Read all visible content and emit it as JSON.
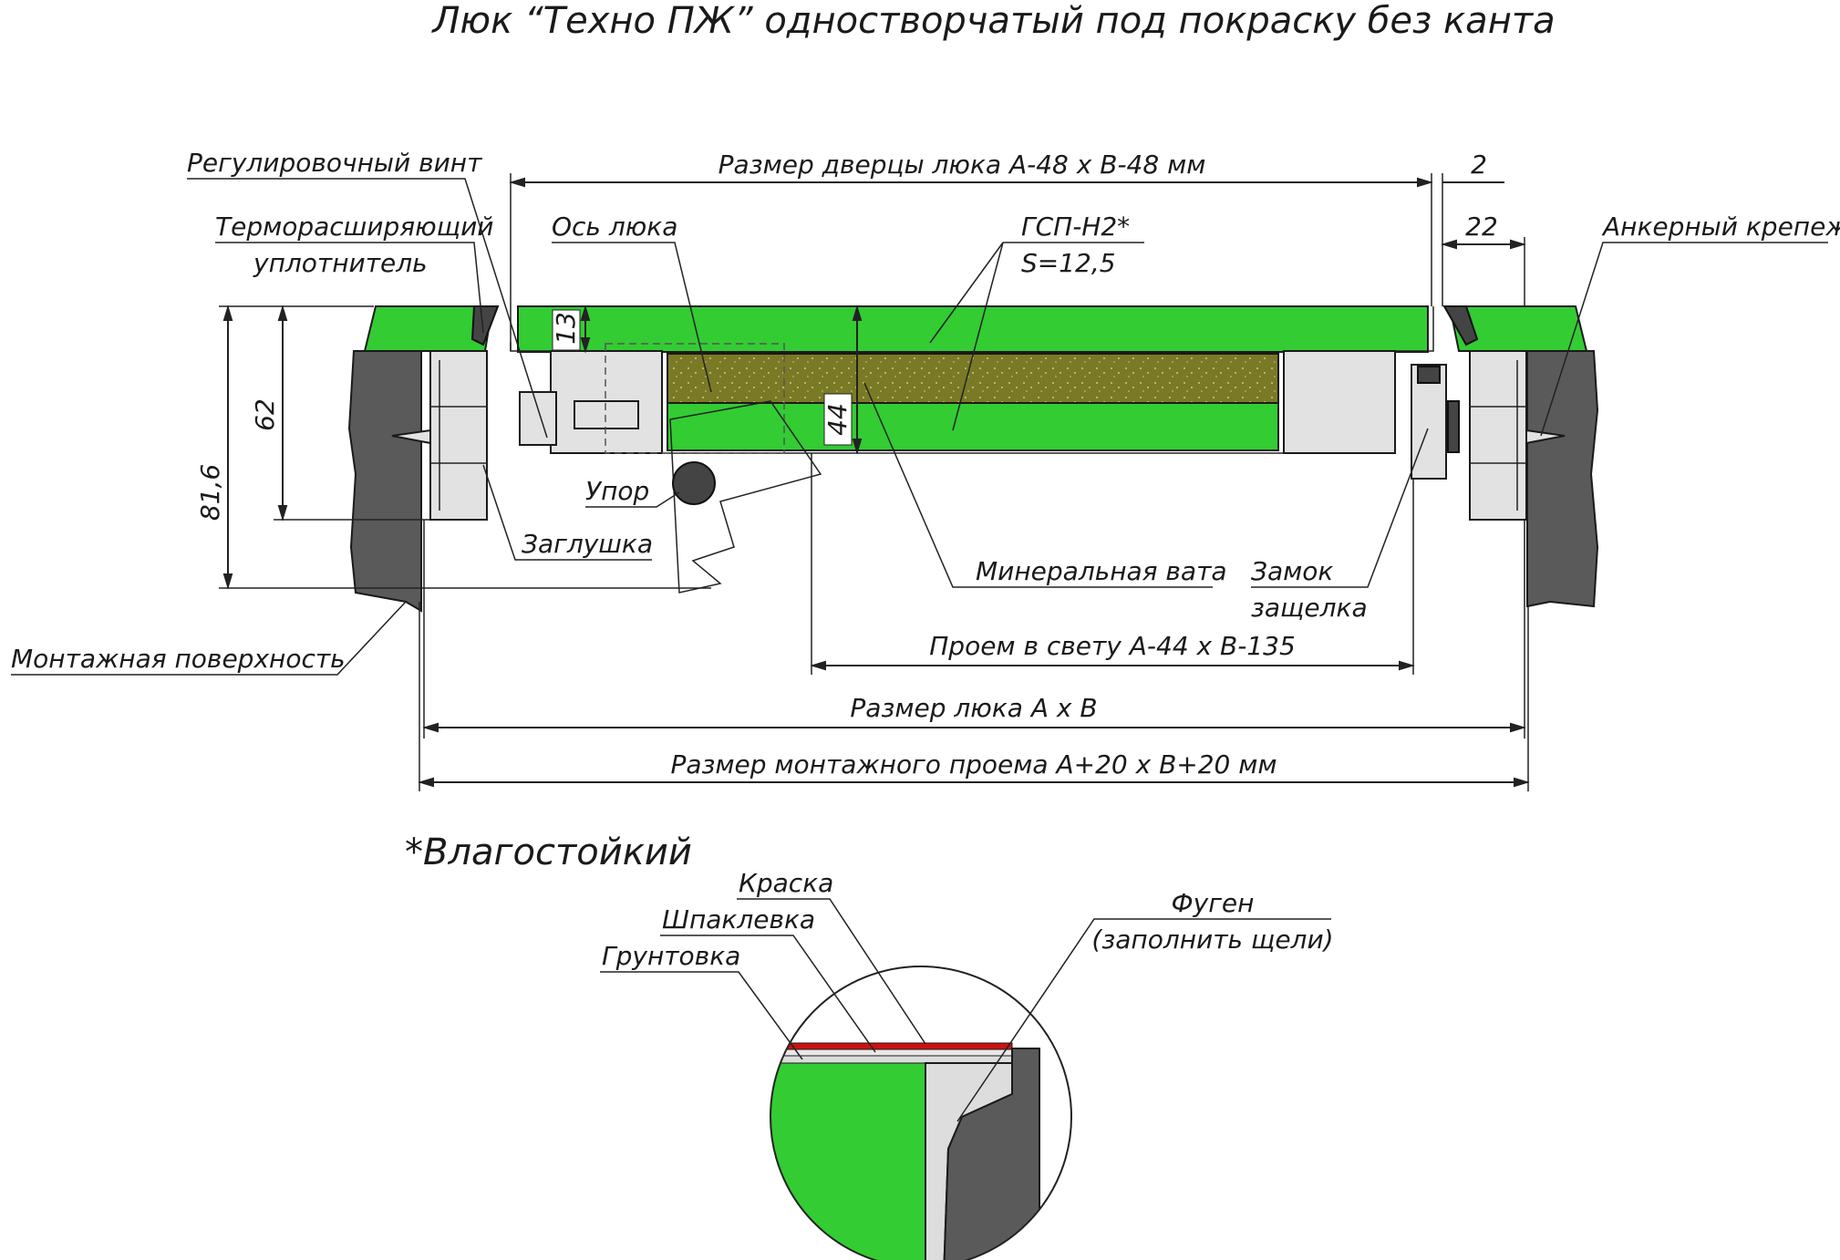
{
  "title": "Люк “Техно ПЖ” одностворчатый под покраску без канта",
  "labels": {
    "adjust_screw": "Регулировочный винт",
    "thermo_seal_line1": "Терморасширяющий",
    "thermo_seal_line2": "уплотнитель",
    "hatch_axis": "Ось люка",
    "gsp_line1": "ГСП-Н2*",
    "gsp_line2": "S=12,5",
    "anchor": "Анкерный крепеж",
    "stop": "Упор",
    "plug": "Заглушка",
    "mineral_wool": "Минеральная вата",
    "lock_line1": "Замок",
    "lock_line2": "защелка",
    "mounting_surface": "Монтажная поверхность",
    "moisture_resistant": "*Влагостойкий",
    "paint": "Краска",
    "putty": "Шпаклевка",
    "primer": "Грунтовка",
    "fugen_line1": "Фуген",
    "fugen_line2": "(заполнить щели)"
  },
  "dimensions": {
    "door_size": "Размер дверцы люка А-48 х В-48 мм",
    "gap": "2",
    "side": "22",
    "clear_opening": "Проем в свету А-44 х В-135",
    "hatch_size": "Размер люка А х В",
    "mount_opening": "Размер монтажного проема А+20 х В+20 мм",
    "h13": "13",
    "h44": "44",
    "h62": "62",
    "h81": "81,6"
  },
  "colors": {
    "gsp": "#33cc33",
    "mineral_wool": "#7a7a26",
    "wall": "#5a5a5a",
    "paint": "#cc1111"
  }
}
